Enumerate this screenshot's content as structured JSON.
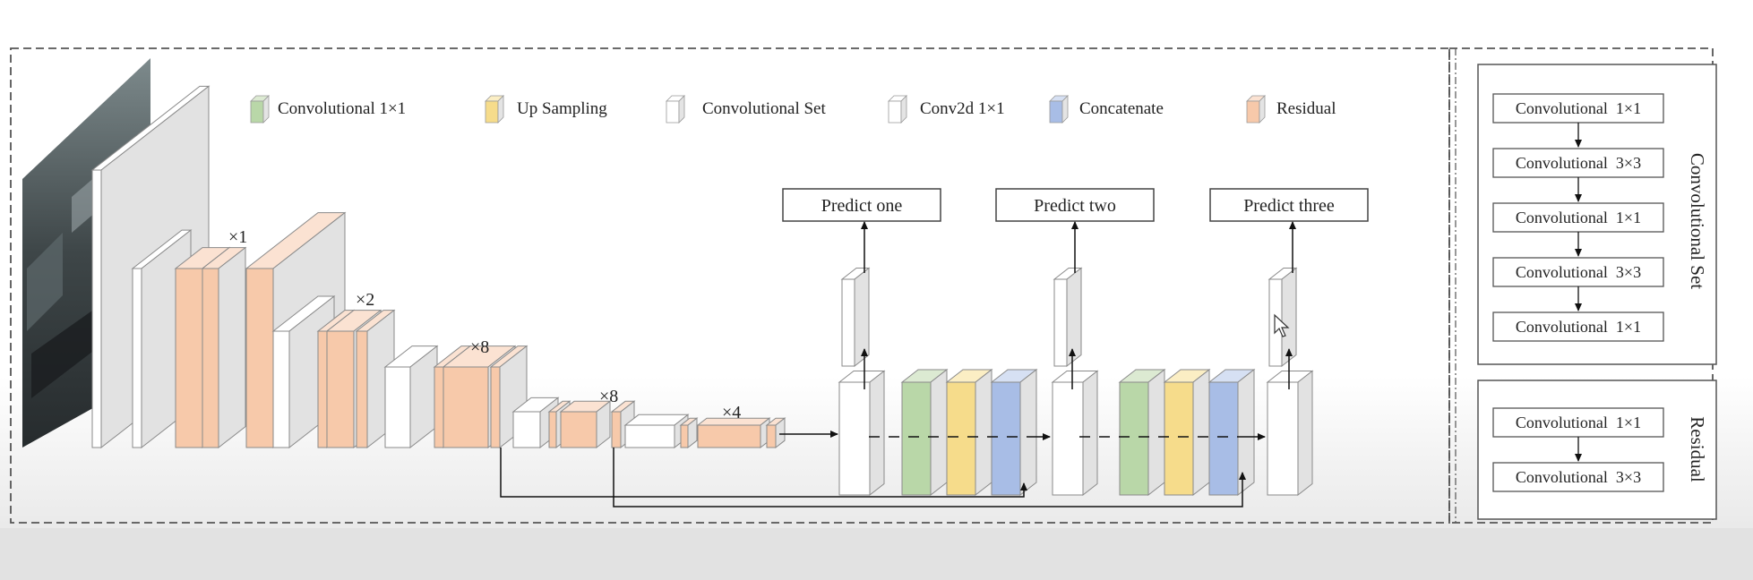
{
  "legend": [
    {
      "label": "Convolutional 1×1",
      "color": "#b9d7a8"
    },
    {
      "label": "Up Sampling",
      "color": "#f6dc8b"
    },
    {
      "label": "Convolutional Set",
      "color": "#ffffff"
    },
    {
      "label": "Conv2d 1×1",
      "color": "#ffffff"
    },
    {
      "label": "Concatenate",
      "color": "#a8bde6"
    },
    {
      "label": "Residual",
      "color": "#f7c9aa"
    }
  ],
  "predictions": [
    "Predict one",
    "Predict two",
    "Predict three"
  ],
  "multipliers": [
    "×1",
    "×2",
    "×8",
    "×8",
    "×4"
  ],
  "convolutional_set": {
    "title": "Convolutional Set",
    "layers": [
      "Convolutional  1×1",
      "Convolutional  3×3",
      "Convolutional  1×1",
      "Convolutional  3×3",
      "Convolutional  1×1"
    ]
  },
  "residual": {
    "title": "Residual",
    "layers": [
      "Convolutional  1×1",
      "Convolutional  3×3"
    ]
  },
  "colors": {
    "residual": "#f7c9aa",
    "conv": "#b9d7a8",
    "upsample": "#f6dc8b",
    "concat": "#a8bde6",
    "white_block": "#ffffff",
    "side": "#e2e2e2",
    "border": "#7a7a7a"
  }
}
